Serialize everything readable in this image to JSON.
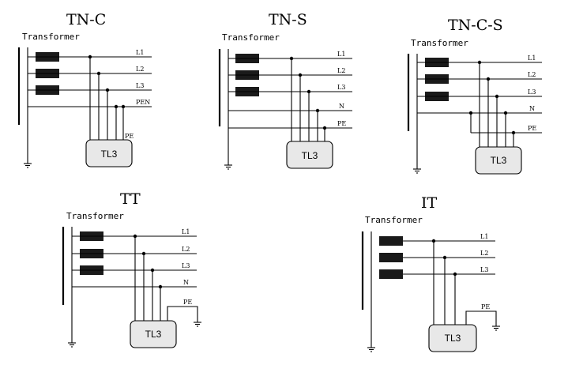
{
  "diagrams": [
    {
      "title": "TN-C",
      "transformer_label": "Transformer",
      "lines": [
        "L1",
        "L2",
        "L3",
        "PEN"
      ],
      "pe_label": "PE",
      "device": "TL3"
    },
    {
      "title": "TN-S",
      "transformer_label": "Transformer",
      "lines": [
        "L1",
        "L2",
        "L3",
        "N",
        "PE"
      ],
      "device": "TL3"
    },
    {
      "title": "TN-C-S",
      "transformer_label": "Transformer",
      "lines": [
        "L1",
        "L2",
        "L3",
        "N",
        "PE"
      ],
      "device": "TL3"
    },
    {
      "title": "TT",
      "transformer_label": "Transformer",
      "lines": [
        "L1",
        "L2",
        "L3",
        "N"
      ],
      "pe_label": "PE",
      "device": "TL3"
    },
    {
      "title": "IT",
      "transformer_label": "Transformer",
      "lines": [
        "L1",
        "L2",
        "L3"
      ],
      "pe_label": "PE",
      "device": "TL3"
    }
  ]
}
